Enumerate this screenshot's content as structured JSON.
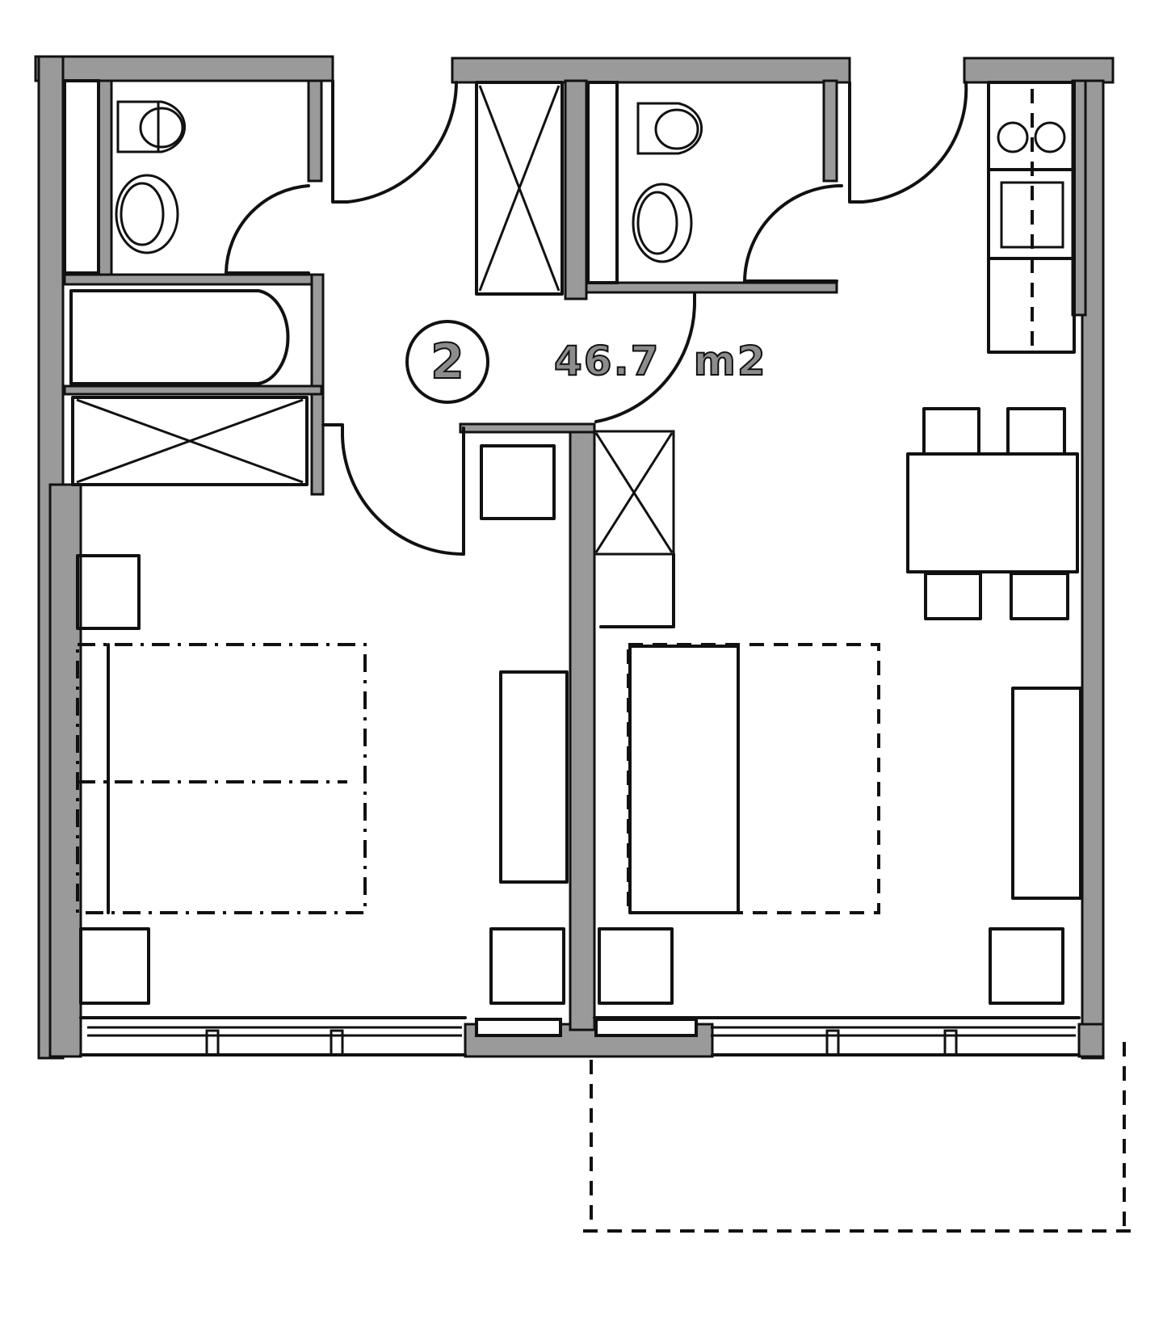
{
  "plan": {
    "unit_number": "2",
    "area_value": "46.7",
    "area_unit": "m2",
    "colors": {
      "wall_fill": "#9a9a9a",
      "line": "#111111",
      "background": "#ffffff"
    },
    "rooms": [
      {
        "name": "bathroom-left",
        "fixtures": [
          "toilet",
          "sink",
          "bathtub",
          "shaft"
        ]
      },
      {
        "name": "bathroom-center",
        "fixtures": [
          "toilet",
          "sink",
          "shaft"
        ]
      },
      {
        "name": "entrance-hall",
        "fixtures": [
          "wardrobe"
        ]
      },
      {
        "name": "bedroom",
        "fixtures": [
          "double-bed",
          "nightstand",
          "nightstand",
          "desk",
          "armchair",
          "armchair"
        ]
      },
      {
        "name": "living-room",
        "fixtures": [
          "sofa-bed",
          "cabinet",
          "armchair",
          "armchair",
          "shaft"
        ]
      },
      {
        "name": "kitchen",
        "fixtures": [
          "hob",
          "sink",
          "counter",
          "dining-table",
          "chair",
          "chair",
          "chair",
          "chair"
        ]
      },
      {
        "name": "balcony",
        "fixtures": []
      }
    ]
  }
}
